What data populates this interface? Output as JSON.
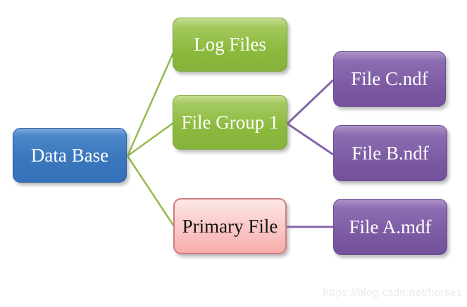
{
  "diagram": {
    "title_hint": "SQL Server database file structure diagram",
    "nodes": {
      "database": {
        "label": "Data Base",
        "fill": "#3b77bd",
        "text_color": "#ffffff"
      },
      "log_files": {
        "label": "Log Files",
        "fill": "#8cba3e",
        "text_color": "#ffffff"
      },
      "file_group_1": {
        "label": "File Group 1",
        "fill": "#8cba3e",
        "text_color": "#ffffff"
      },
      "primary_file": {
        "label": "Primary File",
        "fill": "#f7adab",
        "text_color": "#141414"
      },
      "file_c": {
        "label": "File C.ndf",
        "fill": "#7b5aa2",
        "text_color": "#ffffff"
      },
      "file_b": {
        "label": "File B.ndf",
        "fill": "#7b5aa2",
        "text_color": "#ffffff"
      },
      "file_a": {
        "label": "File A.mdf",
        "fill": "#7b5aa2",
        "text_color": "#ffffff"
      }
    },
    "edges": [
      {
        "from": "database",
        "to": "log_files",
        "color": "#94ba4e"
      },
      {
        "from": "database",
        "to": "file_group_1",
        "color": "#94ba4e"
      },
      {
        "from": "database",
        "to": "primary_file",
        "color": "#94ba4e"
      },
      {
        "from": "file_group_1",
        "to": "file_c",
        "color": "#8566a9"
      },
      {
        "from": "file_group_1",
        "to": "file_b",
        "color": "#8566a9"
      },
      {
        "from": "primary_file",
        "to": "file_a",
        "color": "#8566a9"
      }
    ]
  },
  "watermark": {
    "text": "https://blog.csdn.net/horses"
  }
}
